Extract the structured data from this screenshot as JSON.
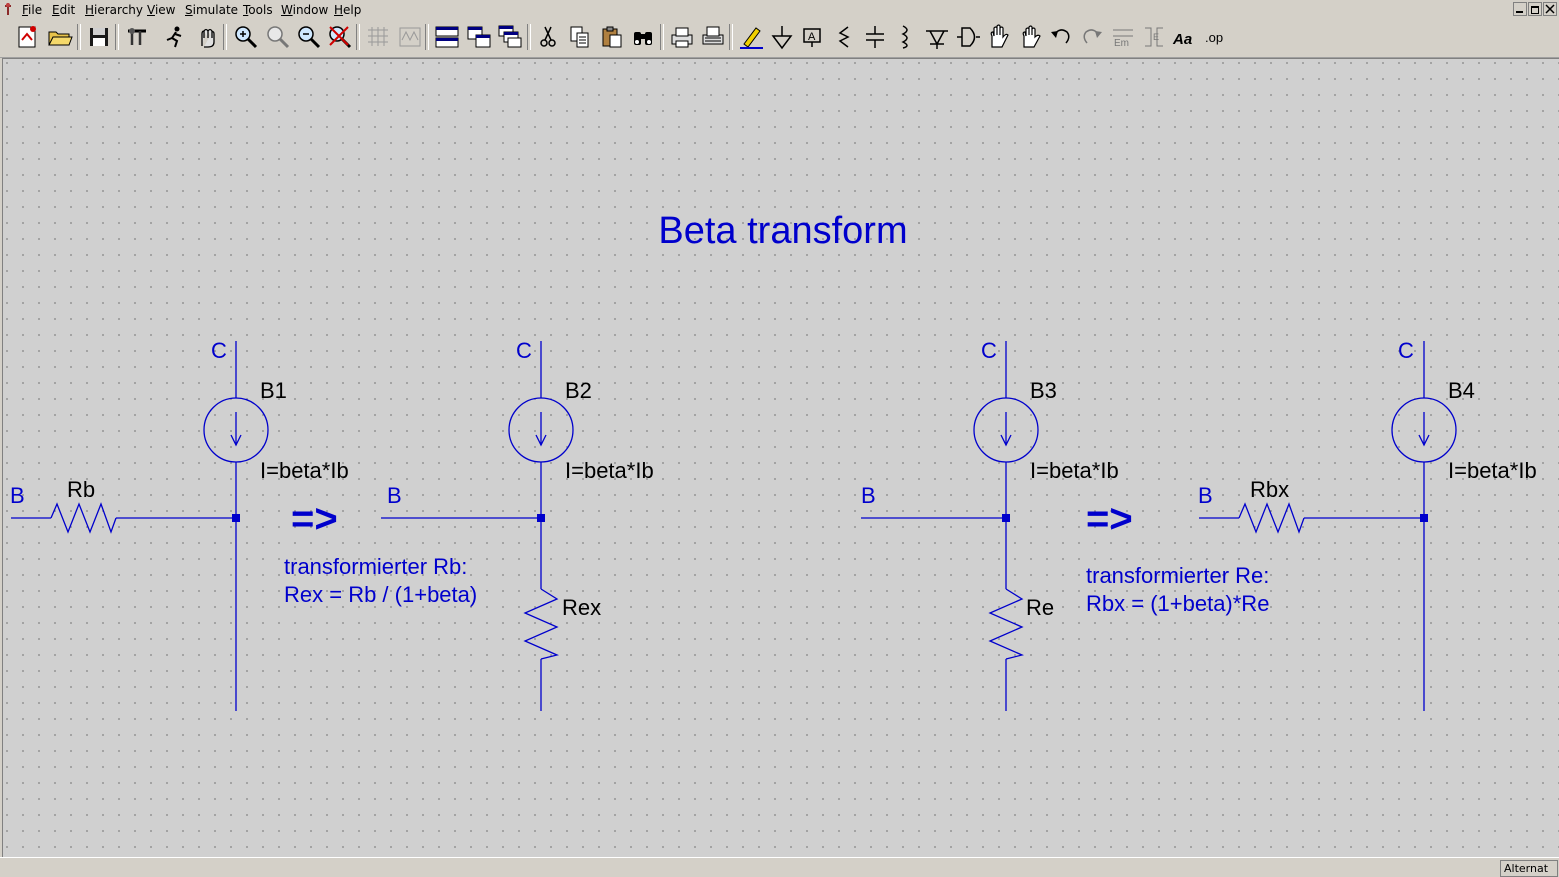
{
  "menu": {
    "items": [
      {
        "pre": "",
        "key": "F",
        "rest": "ile"
      },
      {
        "pre": "",
        "key": "E",
        "rest": "dit"
      },
      {
        "pre": "",
        "key": "H",
        "rest": "ierarchy"
      },
      {
        "pre": "",
        "key": "V",
        "rest": "iew"
      },
      {
        "pre": "",
        "key": "S",
        "rest": "imulate"
      },
      {
        "pre": "",
        "key": "T",
        "rest": "ools"
      },
      {
        "pre": "",
        "key": "W",
        "rest": "indow"
      },
      {
        "pre": "",
        "key": "H",
        "rest": "elp"
      }
    ]
  },
  "toolbar": {
    "icons": [
      "new-schematic-icon",
      "open-icon",
      "save-icon",
      "control-panel-icon",
      "run-icon",
      "halt-icon",
      "zoom-in-icon",
      "zoom-pan-icon",
      "zoom-out-icon",
      "zoom-fit-icon",
      "autoscale-icon",
      "waveform-icon",
      "tile-horizontal-icon",
      "tile-vertical-icon",
      "cascade-icon",
      "cut-icon",
      "copy-icon",
      "paste-icon",
      "find-icon",
      "print-setup-icon",
      "print-icon",
      "draw-wire-icon",
      "ground-icon",
      "label-net-icon",
      "resistor-icon",
      "capacitor-icon",
      "inductor-icon",
      "diode-icon",
      "component-icon",
      "move-icon",
      "drag-icon",
      "undo-icon",
      "redo-icon",
      "rotate-icon",
      "mirror-icon",
      "text-icon",
      "spice-directive-icon"
    ],
    "spice_label": ".op",
    "text_label": "Aa"
  },
  "schematic": {
    "title": "Beta transform",
    "colors": {
      "wire": "#0000cc",
      "text_blue": "#0000cc",
      "text_black": "#000000",
      "title": "#0000cc"
    },
    "circuit1": {
      "source": "B1",
      "expr": "I=beta*Ib",
      "node_c": "C",
      "node_b": "B",
      "resistor": "Rb"
    },
    "arrow1": "=>",
    "circuit2": {
      "source": "B2",
      "expr": "I=beta*Ib",
      "node_c": "C",
      "node_b": "B",
      "resistor": "Rex"
    },
    "note1": {
      "line1": "transformierter Rb:",
      "line2": "Rex = Rb / (1+beta)"
    },
    "circuit3": {
      "source": "B3",
      "expr": "I=beta*Ib",
      "node_c": "C",
      "node_b": "B",
      "resistor": "Re"
    },
    "arrow2": "=>",
    "circuit4": {
      "source": "B4",
      "expr": "I=beta*Ib",
      "node_c": "C",
      "node_b": "B",
      "resistor": "Rbx"
    },
    "note2": {
      "line1": "transformierter Re:",
      "line2": "Rbx = (1+beta)*Re"
    }
  },
  "status": {
    "mode": "Alternat"
  }
}
